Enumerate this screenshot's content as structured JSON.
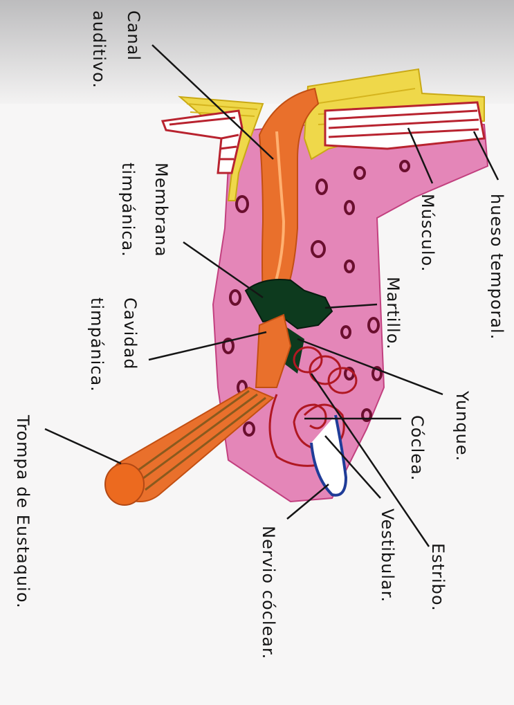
{
  "labels": {
    "canal_auditivo": [
      "Canal",
      "auditivo."
    ],
    "membrana_timpanica": [
      "Membrana",
      "timpánica."
    ],
    "cavidad_timpanica": [
      "Cavidad",
      "timpánica."
    ],
    "trompa_eustaquio": "Trompa de Eustaquio.",
    "hueso_temporal": "hueso temporal.",
    "musculo": "Músculo.",
    "martillo": "Martillo.",
    "yunque": "Yunque.",
    "coclea": "Cóclea.",
    "estribo": "Estribo.",
    "vestibular": "Vestibular.",
    "nervio_coclear": "Nervio cóclear."
  },
  "colors": {
    "paper": "#f7f6f6",
    "tissue_pink": "#e486b8",
    "tissue_dark": "#c2407f",
    "canal_orange": "#e9702c",
    "bone_yellow": "#efd84a",
    "muscle_red": "#b8232f",
    "ossicle_green": "#0d3a1e",
    "cochlea_red": "#b01822",
    "nerve_blue": "#1f3c98",
    "tube_brown": "#8a5a1e",
    "ink": "#151515"
  }
}
